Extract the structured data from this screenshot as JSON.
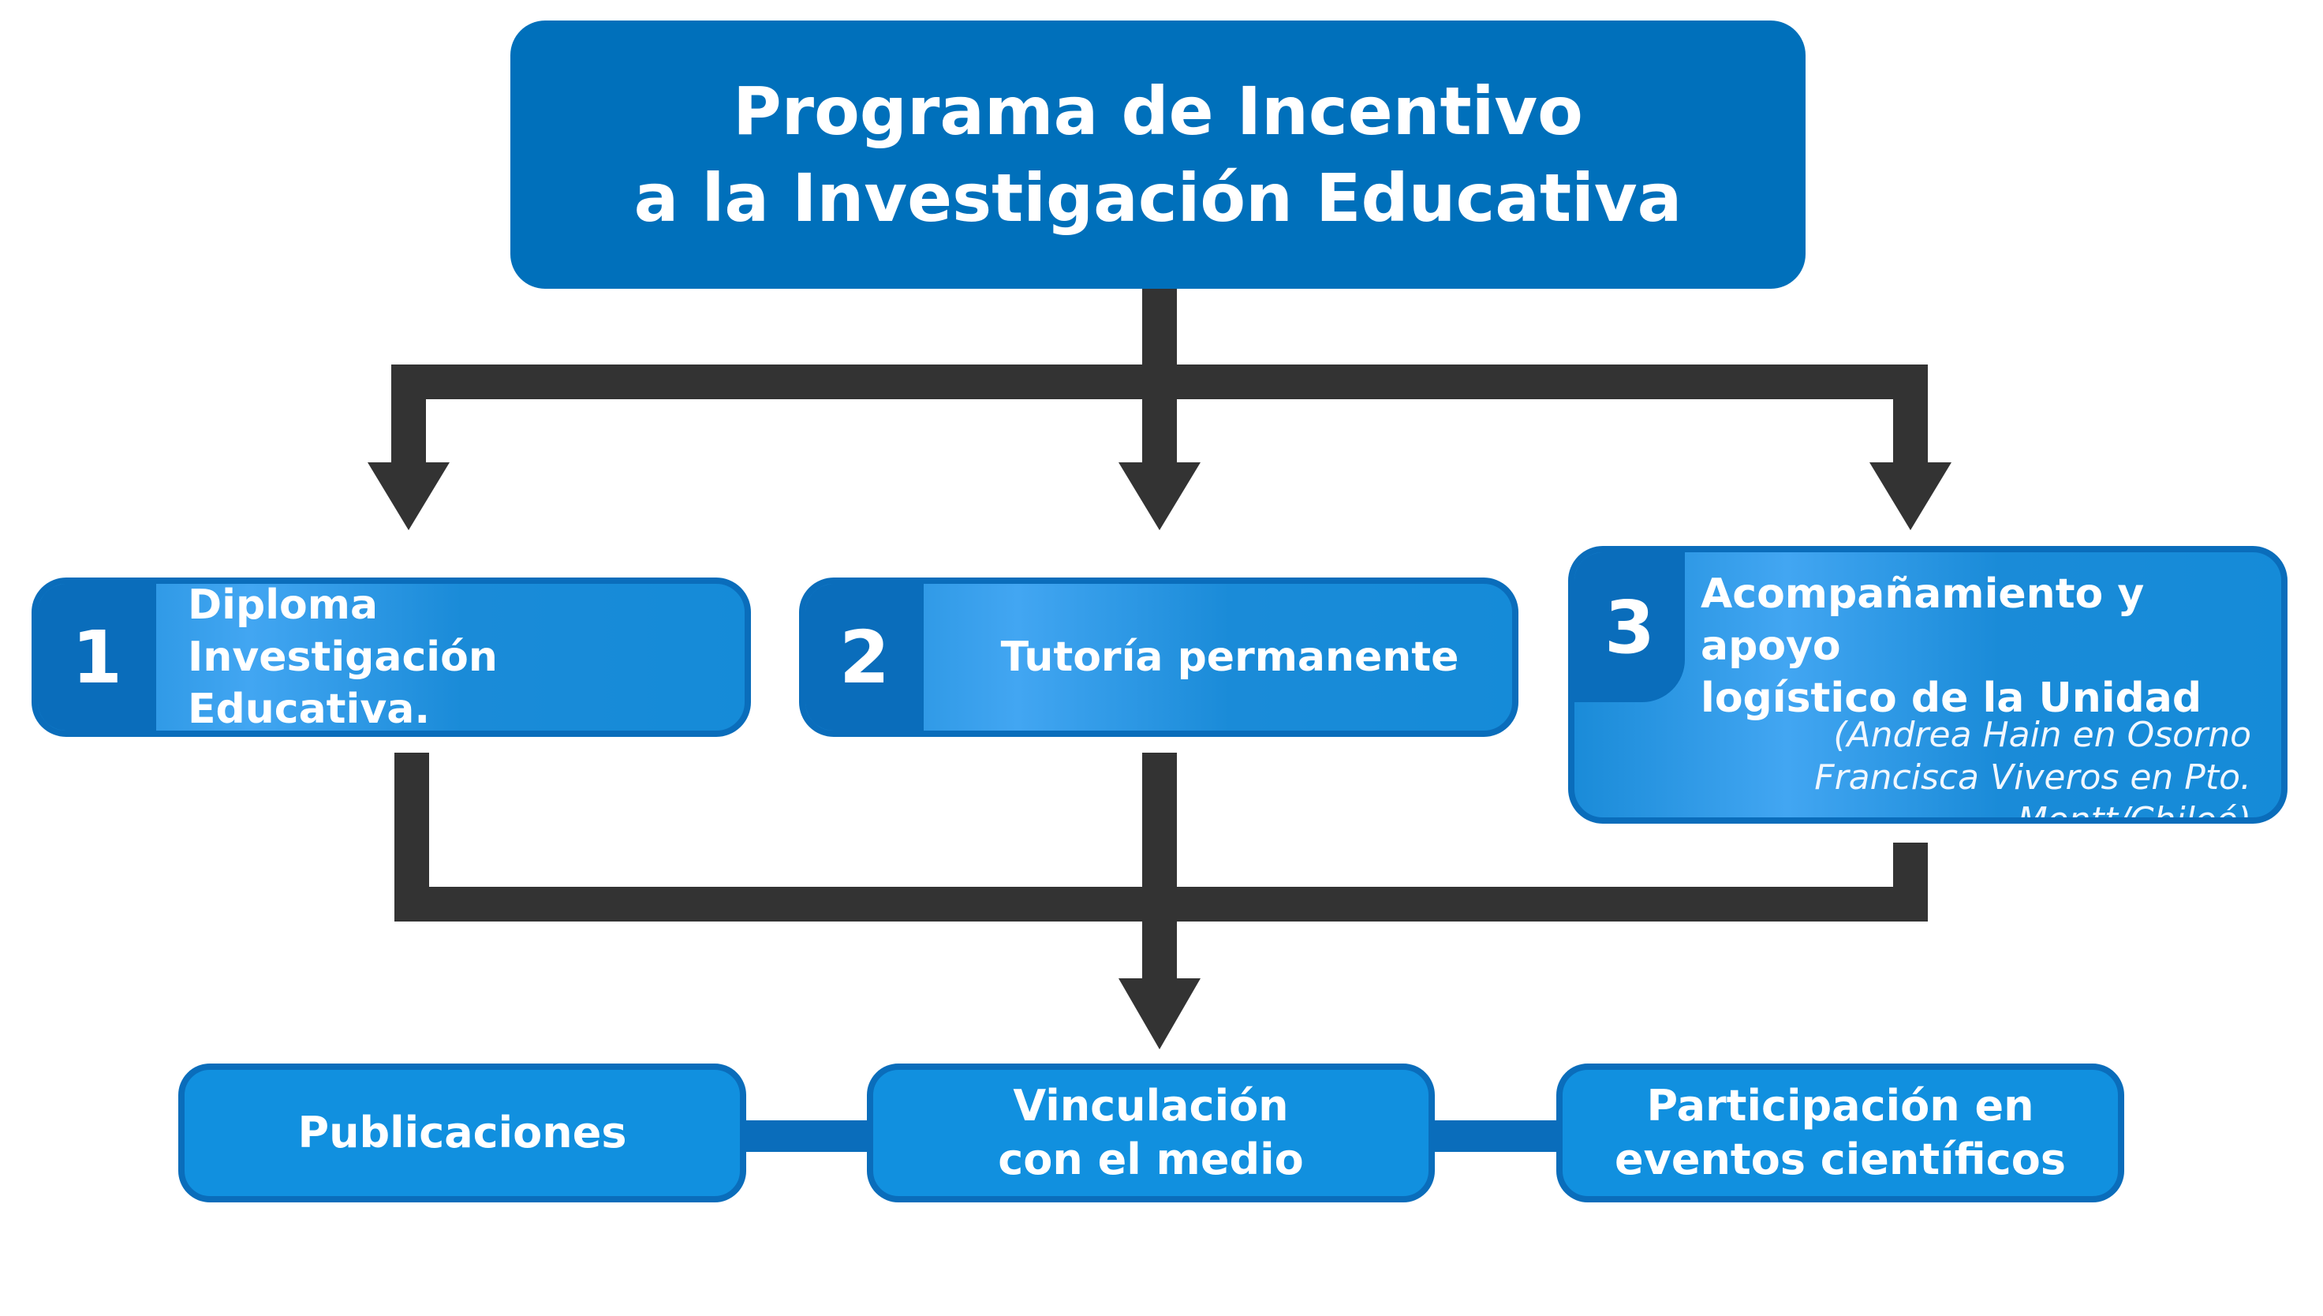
{
  "title": {
    "line1": "Programa de Incentivo",
    "line2": "a la Investigación Educativa"
  },
  "steps": [
    {
      "number": "1",
      "line1": "Diploma",
      "line2": "Investigación Educativa."
    },
    {
      "number": "2",
      "line1": "Tutoría permanente"
    },
    {
      "number": "3",
      "line1": "Acompañamiento y apoyo",
      "line2": "logístico de la Unidad",
      "note_line1": "(Andrea Hain en Osorno",
      "note_line2": "Francisca Viveros en Pto. Montt/Chiloé)"
    }
  ],
  "outcomes": [
    {
      "line1": "Publicaciones"
    },
    {
      "line1": "Vinculación",
      "line2": "con el medio"
    },
    {
      "line1": "Participación en",
      "line2": "eventos científicos"
    }
  ],
  "colors": {
    "title_bg": "#0070bb",
    "card_border": "#0a6dbb",
    "card_light": "#42a6f2",
    "outcome_bg": "#1190df",
    "connector": "#333333",
    "link_bar": "#0a6dbb"
  }
}
